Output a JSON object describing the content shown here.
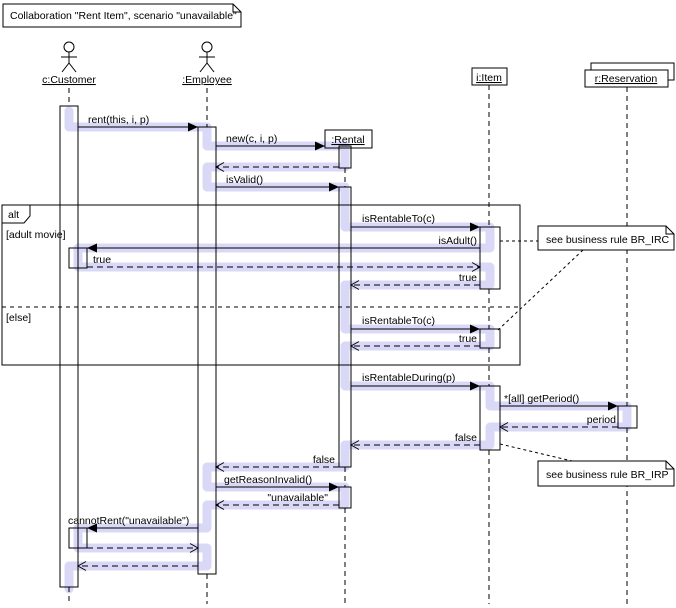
{
  "title": "Collaboration \"Rent Item\", scenario \"unavailable\"",
  "colors": {
    "highlight": "#d9d9f7",
    "stroke": "#000000",
    "fill": "#ffffff"
  },
  "lifelines": {
    "customer": "c:Customer",
    "employee": ":Employee",
    "rental": ":Rental",
    "item": "i:Item",
    "reservation": "r:Reservation"
  },
  "fragment": {
    "operator": "alt",
    "guard_adult": "[adult movie]",
    "guard_else": "[else]"
  },
  "messages": {
    "rent": "rent(this, i, p)",
    "create": "new(c, i, p)",
    "is_valid": "isValid()",
    "is_rentable_to_1": "isRentableTo(c)",
    "is_adult": "isAdult()",
    "true_1": "true",
    "true_2": "true",
    "is_rentable_to_2": "isRentableTo(c)",
    "true_3": "true",
    "is_rentable_during": "isRentableDuring(p)",
    "get_period": "*[all] getPeriod()",
    "period": "period",
    "false_1": "false",
    "false_2": "false",
    "get_reason_invalid": "getReasonInvalid()",
    "unavailable": "\"unavailable\"",
    "cannot_rent": "cannotRent(\"unavailable\")"
  },
  "notes": {
    "br_irc": "see business rule BR_IRC",
    "br_irp": "see business rule BR_IRP"
  }
}
